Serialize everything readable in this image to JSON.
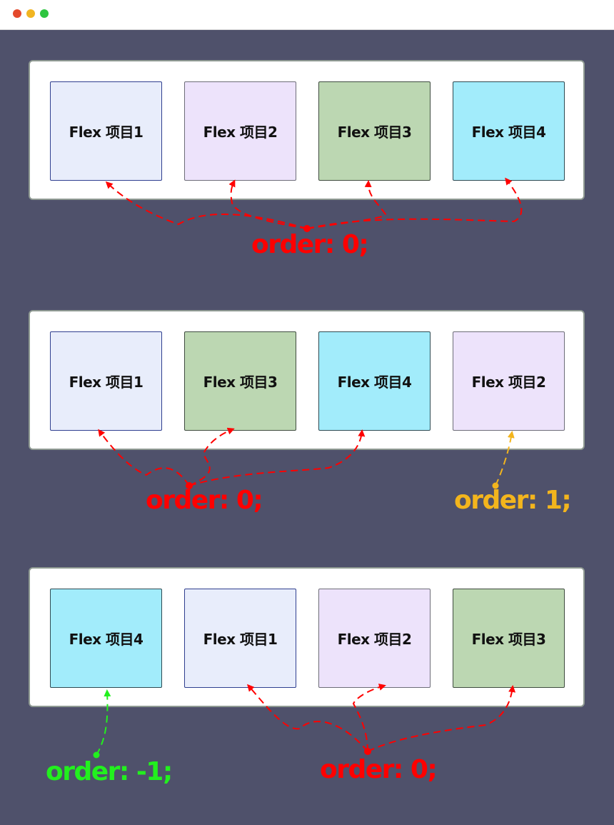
{
  "window": {
    "controls": [
      "close",
      "minimize",
      "maximize"
    ]
  },
  "colors": {
    "background": "#4f516b",
    "order_zero": "#ff0000",
    "order_positive": "#f3b51d",
    "order_negative": "#22f01e",
    "item_blue": "#e8edfb",
    "item_purple": "#ede3fb",
    "item_green": "#bcd7b2",
    "item_cyan": "#a2ecfb"
  },
  "rows": [
    {
      "items": [
        "Flex 项目1",
        "Flex 项目2",
        "Flex 项目3",
        "Flex 项目4"
      ],
      "labels": [
        "order: 0;"
      ]
    },
    {
      "items": [
        "Flex 项目1",
        "Flex 项目3",
        "Flex 项目4",
        "Flex 项目2"
      ],
      "labels": [
        "order: 0;",
        "order: 1;"
      ]
    },
    {
      "items": [
        "Flex 项目4",
        "Flex 项目1",
        "Flex 项目2",
        "Flex 项目3"
      ],
      "labels": [
        "order: -1;",
        "order: 0;"
      ]
    }
  ]
}
